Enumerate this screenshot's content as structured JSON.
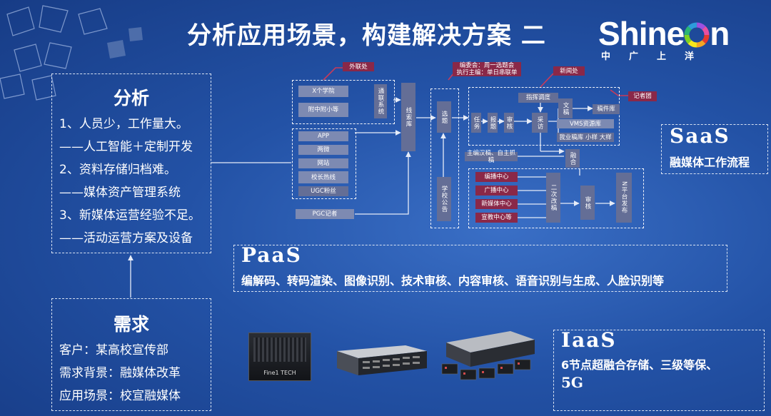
{
  "header": {
    "title": "分析应用场景，构建解决方案 二",
    "logo_text_pre": "Shine",
    "logo_text_post": "n",
    "logo_cn": "中广上洋",
    "logo_colors": [
      "#e63a2e",
      "#f5a623",
      "#f8e71c",
      "#7ed321",
      "#2bb673",
      "#2d9cdb",
      "#9b51e0",
      "#e94fa0"
    ]
  },
  "analysis": {
    "heading": "分析",
    "lines": [
      "1、人员少，工作量大。",
      "——人工智能＋定制开发",
      "2、资料存储归档难。",
      "——媒体资产管理系统",
      "3、新媒体运营经验不足。",
      "——活动运营方案及设备"
    ]
  },
  "demand": {
    "heading": "需求",
    "lines": [
      "客户：某高校宣传部",
      "需求背景：融媒体改革",
      "应用场景：校宣融媒体"
    ]
  },
  "saas": {
    "name": "SaaS",
    "desc": "融媒体工作流程"
  },
  "paas": {
    "name": "PaaS",
    "desc": "编解码、转码渲染、图像识别、技术审核、内容审核、语音识别与生成、人脸识别等"
  },
  "iaas": {
    "name": "IaaS",
    "desc_line1": "6节点超融合存储、三级等保、",
    "desc_line2": "5G"
  },
  "server_brand": "Fine1 TECH",
  "flow": {
    "external": "外联处",
    "editorial": {
      "line1": "编委会：周一选题会",
      "line2": "执行主编：单日串联单"
    },
    "news_office": "新闻处",
    "reporter_group": "记者团",
    "sources_top": [
      "X个学院",
      "附中附小等"
    ],
    "aggregation": "通联系统",
    "sources_apps": [
      "APP",
      "两微",
      "网站",
      "校长热线",
      "UGC粉丝"
    ],
    "pgc": "PGC记者",
    "clue_library": "线索库",
    "topic": "选题",
    "school_notice": "学校公告",
    "dispatch": "指挥调度",
    "chain": [
      "任务",
      "报题",
      "审核",
      "采访"
    ],
    "draft": "文稿",
    "manuscript_lib": "稿件库",
    "vms": "VMS资源库",
    "desk": "我业稿库 小样 大样",
    "chief_edit": "主编汉稿、自主抓稿",
    "converge": "融合",
    "centers": [
      "编播中心",
      "广播中心",
      "新媒体中心",
      "宣教中心等"
    ],
    "second_edit": "二次改稿",
    "review2": "审核",
    "publish": "N平台发布"
  }
}
